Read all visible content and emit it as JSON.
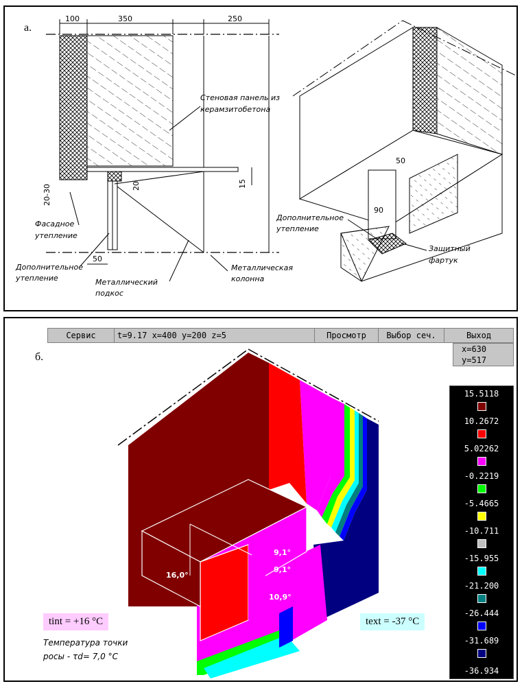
{
  "panel_a": {
    "label": "а.",
    "dims": {
      "d100": "100",
      "d350": "350",
      "d250": "250",
      "d20_30": "20-30",
      "d20": "20",
      "d15": "15",
      "d50": "50",
      "d50b": "50",
      "d90": "90"
    },
    "callouts": {
      "panel_line1": "Стеновая панель из",
      "panel_line2": "керамзитобетона",
      "facade1": "Фасадное",
      "facade2": "утепление",
      "addins1": "Дополнительное",
      "addins2": "утепление",
      "bracket1": "Металлический",
      "bracket2": "подкос",
      "column1": "Металлическая",
      "column2": "колонна",
      "addins_r1": "Дополнительное",
      "addins_r2": "утепление",
      "apron1": "Защитный",
      "apron2": "фартук"
    }
  },
  "panel_b": {
    "label": "б.",
    "menubar": {
      "service": "Сервис",
      "status": "t=9.17 x=400 y=200 z=5",
      "view": "Просмотр",
      "section": "Выбор сеч.",
      "exit": "Выход"
    },
    "coords": {
      "x": "x=630",
      "y": "y=517"
    },
    "legend": [
      {
        "value": "15.5118",
        "color": "#800000"
      },
      {
        "value": "10.2672",
        "color": "#ff0000"
      },
      {
        "value": "5.02262",
        "color": "#ff00ff"
      },
      {
        "value": "-0.2219",
        "color": "#00ff00"
      },
      {
        "value": "-5.4665",
        "color": "#ffff00"
      },
      {
        "value": "-10.711",
        "color": "#c0c0c0"
      },
      {
        "value": "-15.955",
        "color": "#00ffff"
      },
      {
        "value": "-21.200",
        "color": "#008080"
      },
      {
        "value": "-26.444",
        "color": "#0000ff"
      },
      {
        "value": "-31.689",
        "color": "#000080"
      }
    ],
    "legend_last": "-36.934",
    "temps": {
      "t1": "16,0°",
      "t2": "9,1°",
      "t3": "9,1°",
      "t4": "10,9°"
    },
    "t_int": "tint = +16 °C",
    "t_ext": "text = -37 °C",
    "dew_line1": "Температура точки",
    "dew_line2": "росы - τd= 7,0 °C"
  }
}
